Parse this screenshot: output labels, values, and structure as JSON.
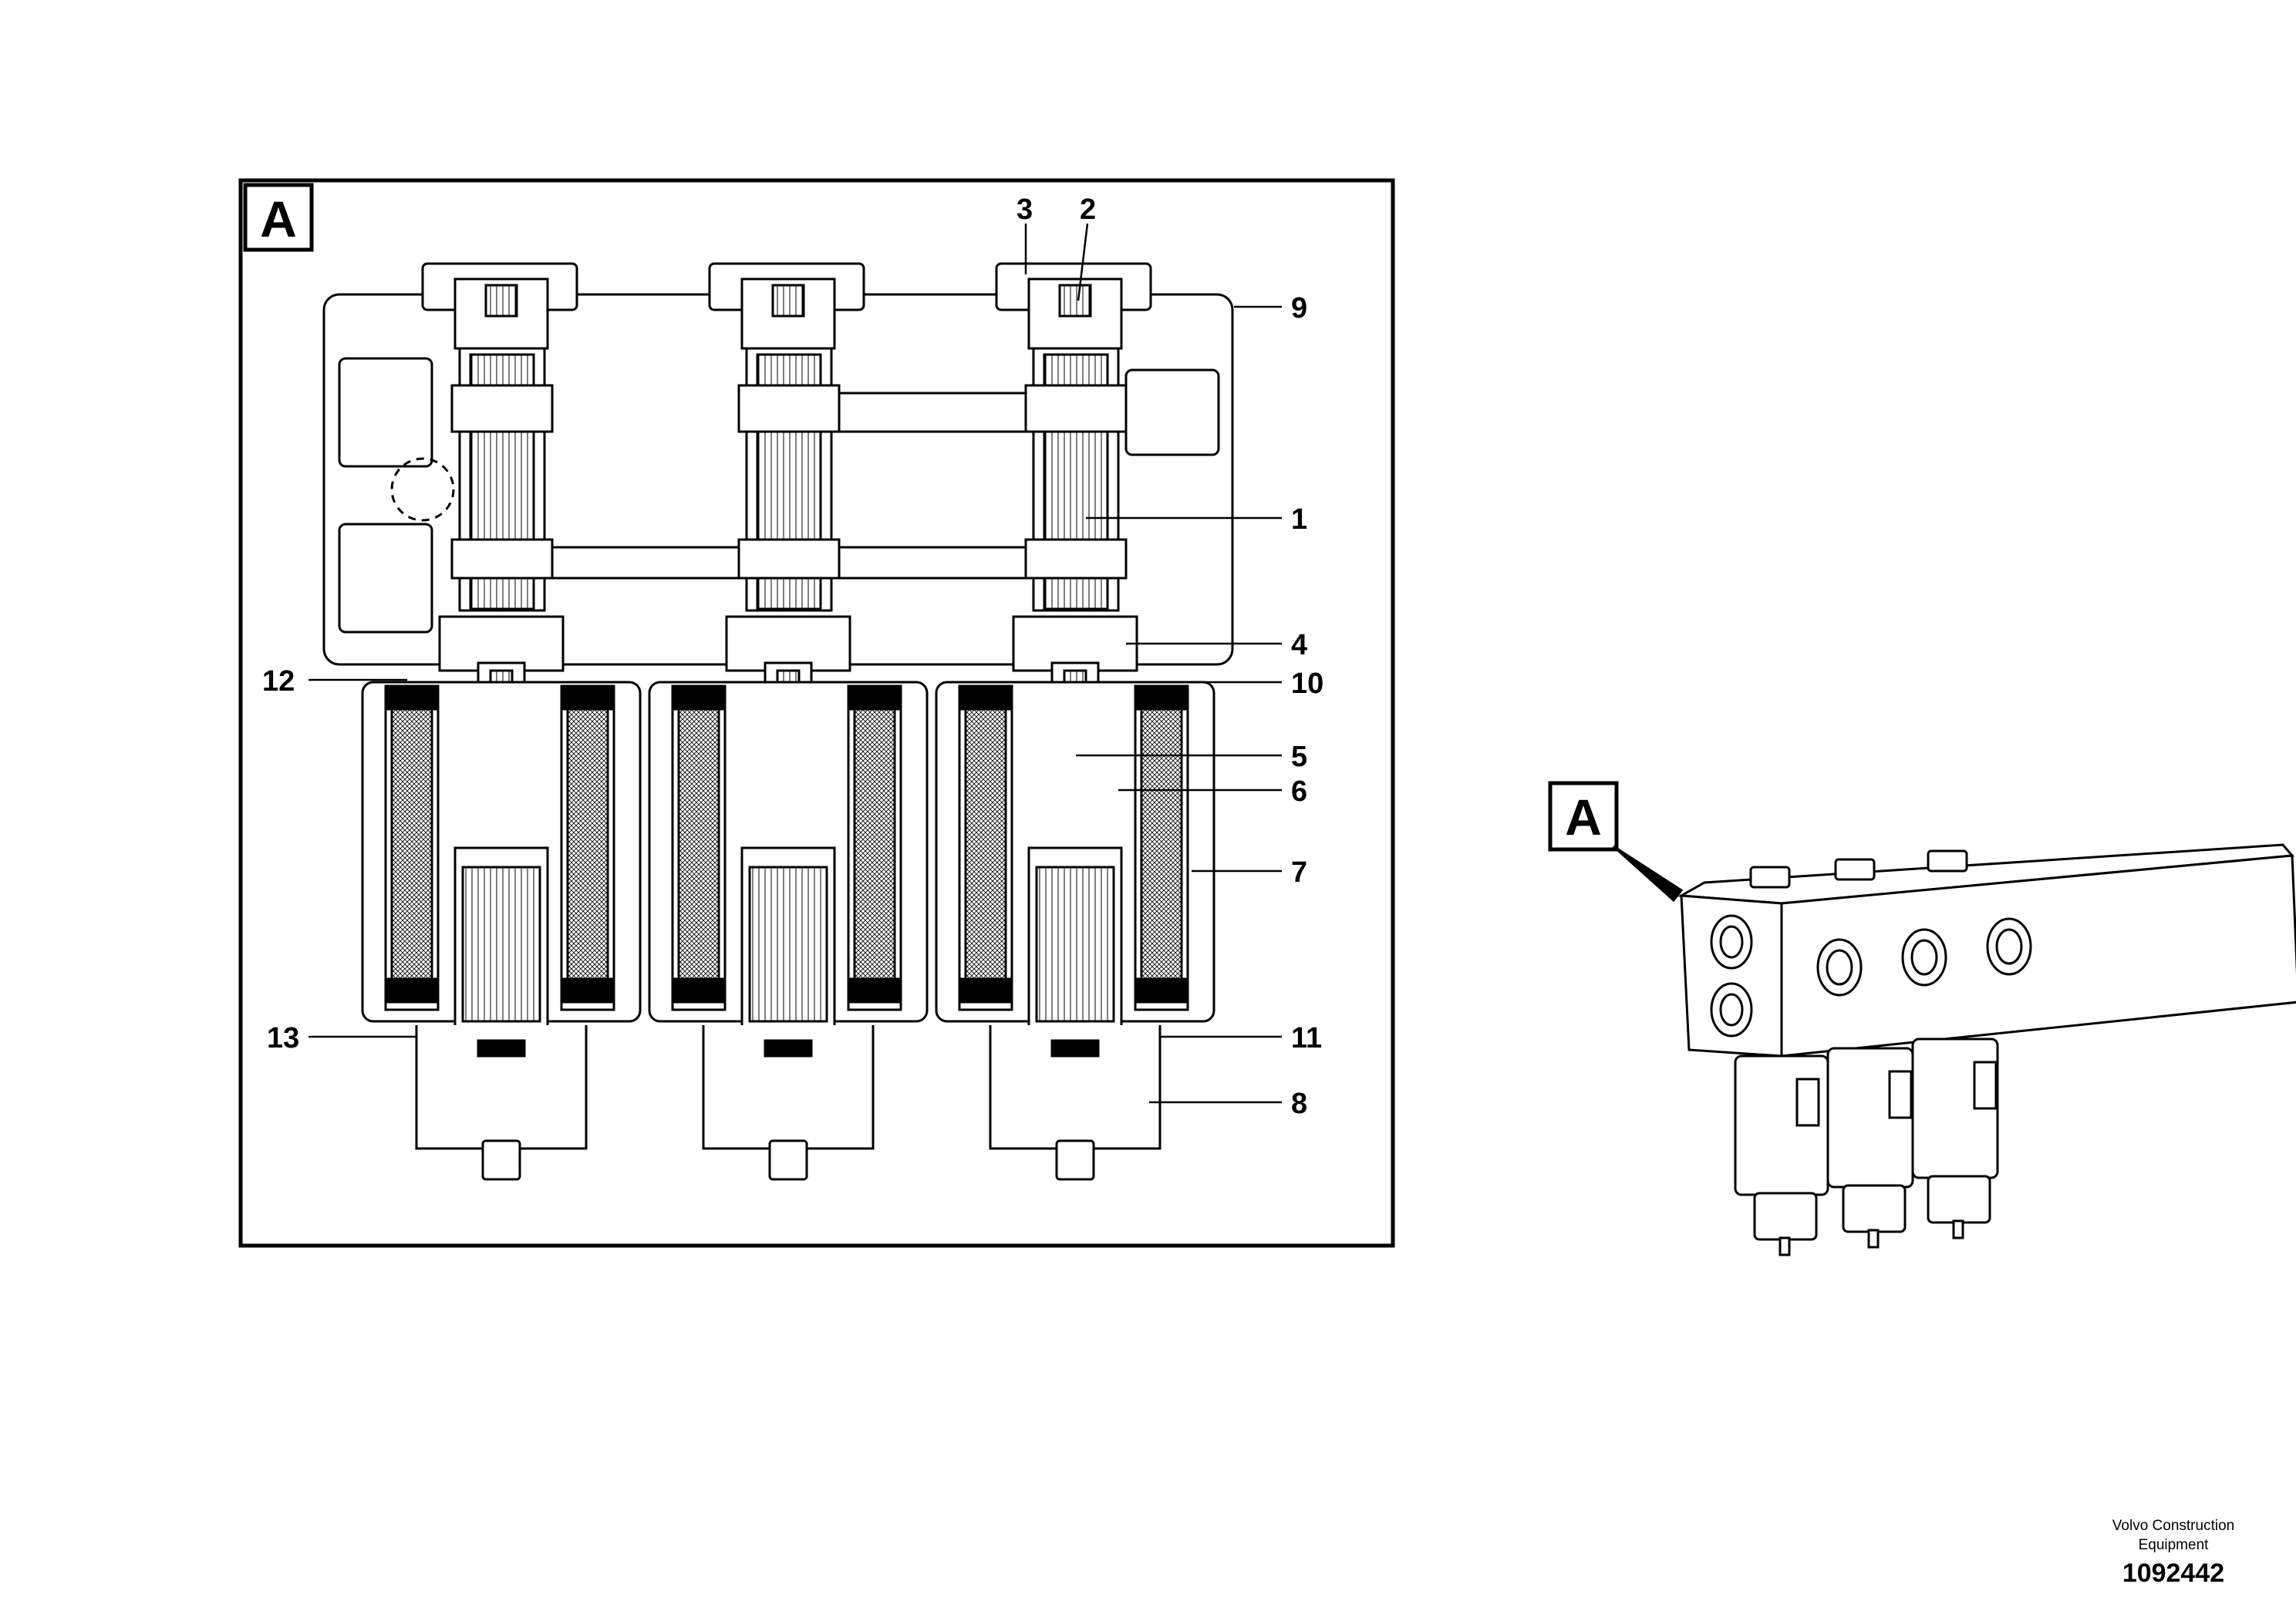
{
  "section_view": {
    "label": "A",
    "callouts": [
      "1",
      "2",
      "3",
      "4",
      "5",
      "6",
      "7",
      "8",
      "9",
      "10",
      "11",
      "12",
      "13"
    ]
  },
  "iso_view": {
    "label": "A"
  },
  "footer": {
    "company_line1": "Volvo Construction",
    "company_line2": "Equipment",
    "drawing_number": "1092442"
  }
}
